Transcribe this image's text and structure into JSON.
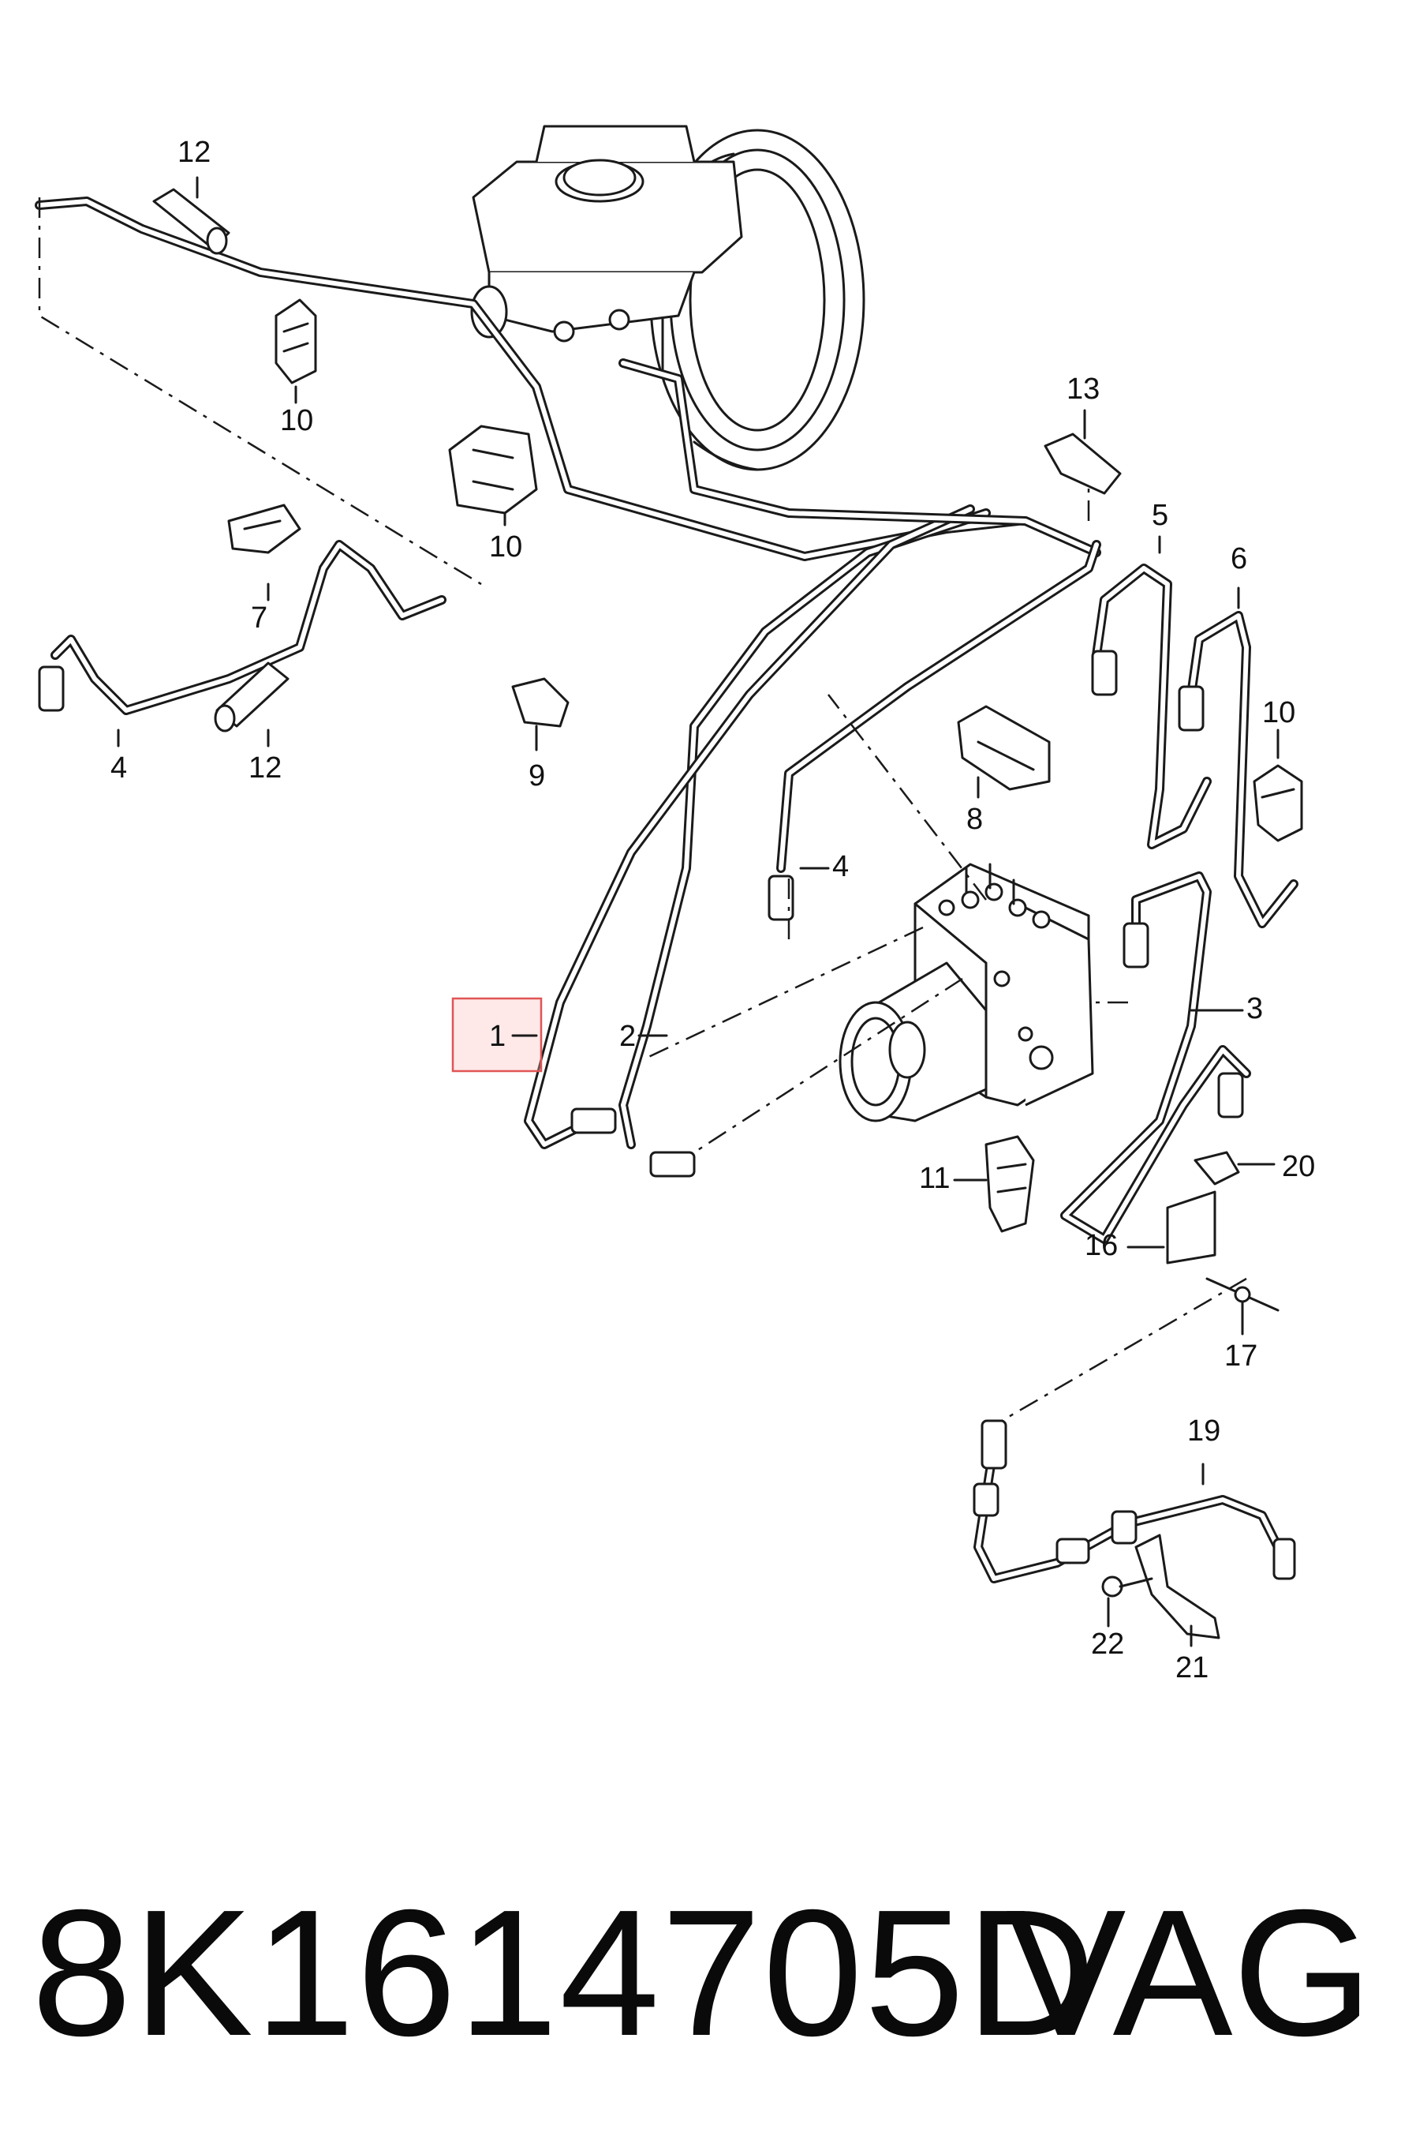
{
  "callouts": {
    "c1": "1",
    "c2": "2",
    "c3": "3",
    "c4a": "4",
    "c4b": "4",
    "c5": "5",
    "c6": "6",
    "c7": "7",
    "c8": "8",
    "c9": "9",
    "c10a": "10",
    "c10b": "10",
    "c10c": "10",
    "c11": "11",
    "c12a": "12",
    "c12b": "12",
    "c13": "13",
    "c16": "16",
    "c17": "17",
    "c19": "19",
    "c20": "20",
    "c21": "21",
    "c22": "22"
  },
  "footer": {
    "part_number": "8K1614705D",
    "brand": "VAG"
  },
  "colors": {
    "line": "#1a1a1a",
    "highlight": "#e05555"
  }
}
